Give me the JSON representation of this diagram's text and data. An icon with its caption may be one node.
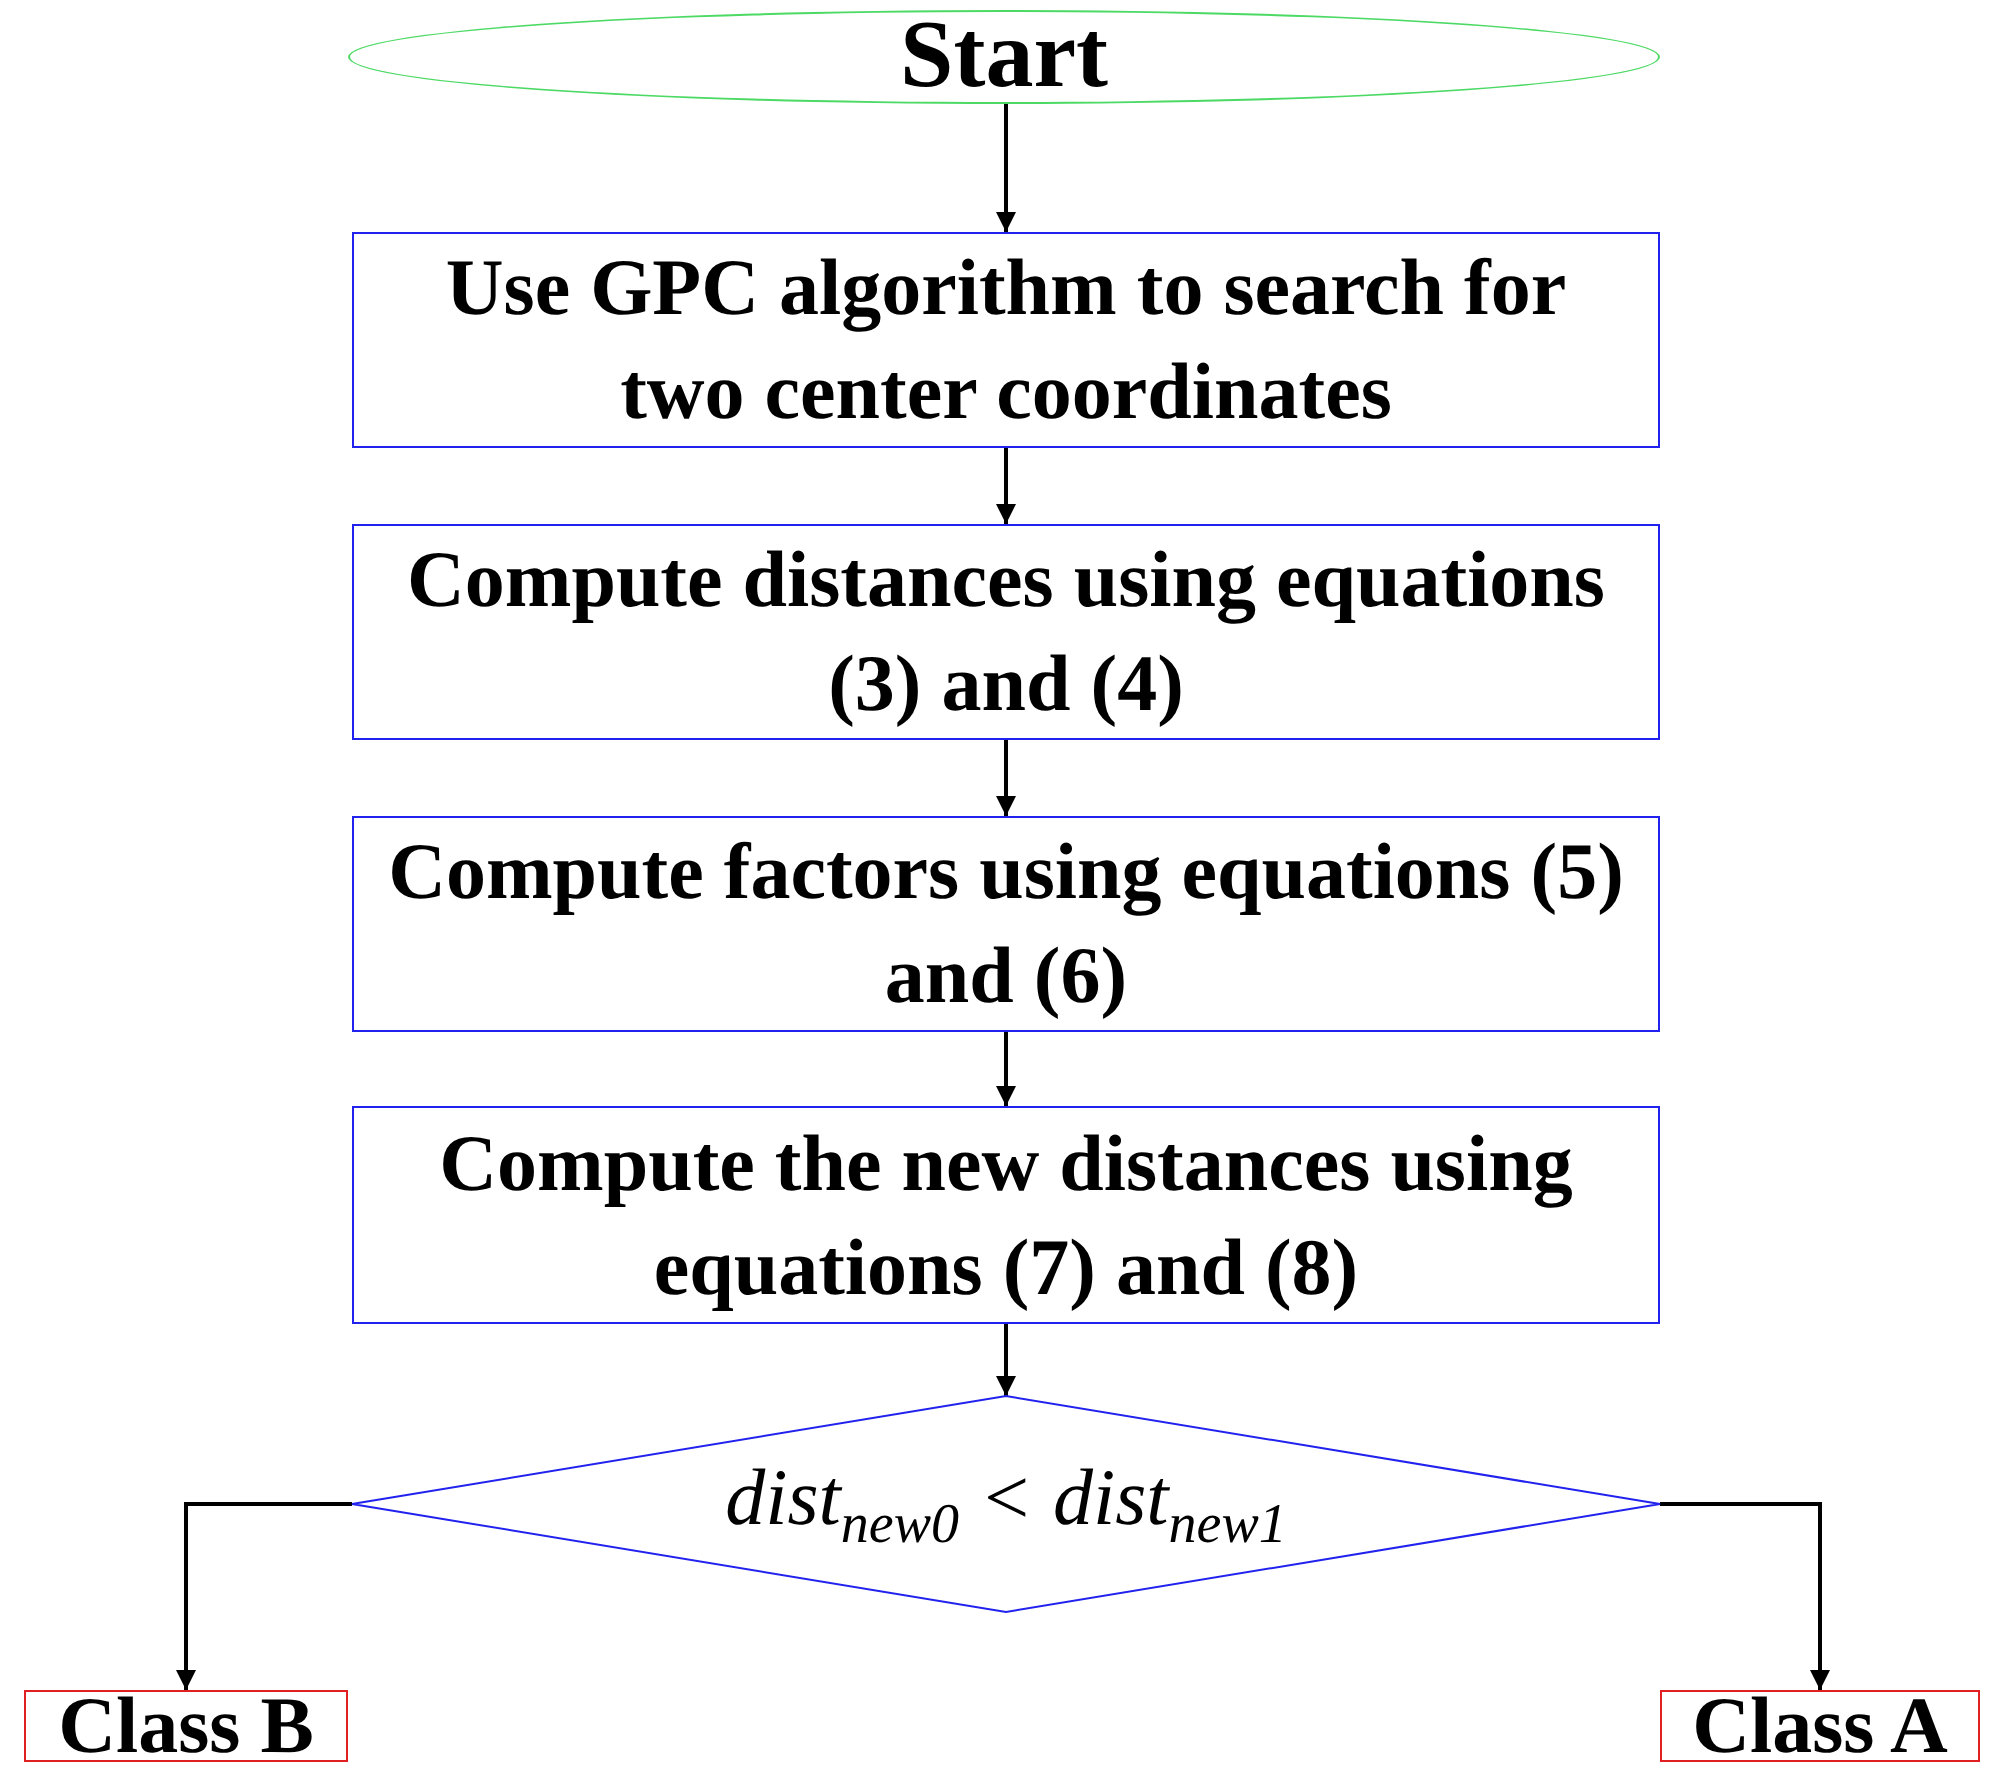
{
  "diagram": {
    "nodes": [
      {
        "text": [
          "Start"
        ]
      },
      {
        "text": [
          "Use GPC algorithm to search for two center coordinates"
        ]
      },
      {
        "text": [
          "Compute distances using equations (3) and (4)"
        ]
      },
      {
        "text": [
          "Compute factors using equations (5) and (6)"
        ]
      },
      {
        "text": [
          "Compute the new distances using equations (7) and (8)"
        ]
      },
      {
        "text": [
          "dist$_{new0}$ < dist$_{new1}$"
        ]
      },
      {
        "text": [
          "Class B"
        ]
      },
      {
        "text": [
          "Class A"
        ]
      }
    ],
    "edges": [
      {
        "from": 0,
        "to": 1,
        "arrow": "to"
      },
      {
        "from": 1,
        "to": 2,
        "arrow": "to"
      },
      {
        "from": 2,
        "to": 3,
        "arrow": "to"
      },
      {
        "from": 3,
        "to": 4,
        "arrow": "to"
      },
      {
        "from": 4,
        "to": 5,
        "arrow": "to"
      },
      {
        "from": 5,
        "to": 6,
        "arrow": "to"
      },
      {
        "from": 5,
        "to": 7,
        "arrow": "to"
      }
    ]
  }
}
